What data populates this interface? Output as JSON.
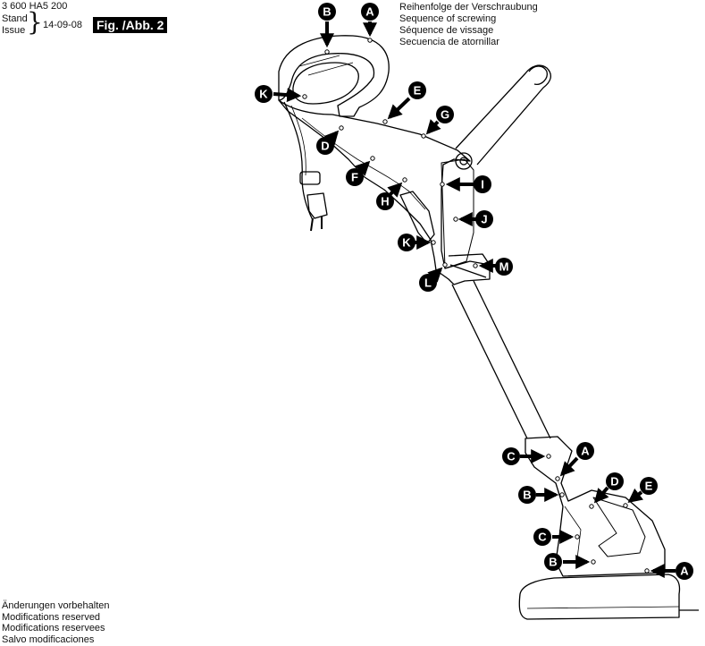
{
  "header": {
    "part_number": "3 600 HA5 200",
    "stand_label": "Stand",
    "issue_label": "Issue",
    "brace": "}",
    "date": "14-09-08",
    "figure_label": "Fig. /Abb. 2"
  },
  "sequence_lines": [
    "Reihenfolge der Verschraubung",
    "Sequence of screwing",
    "Séquence de vissage",
    "Secuencia de atornillar"
  ],
  "footer_lines": [
    "Änderungen vorbehalten",
    "Modifications reserved",
    "Modifications reservees",
    "Salvo modificaciones"
  ],
  "callouts": [
    {
      "letter": "B",
      "arrow": "down"
    },
    {
      "letter": "A",
      "arrow": "down"
    },
    {
      "letter": "K",
      "arrow": "right"
    },
    {
      "letter": "E",
      "arrow": "down-left"
    },
    {
      "letter": "G",
      "arrow": "down-left"
    },
    {
      "letter": "D",
      "arrow": "up-right"
    },
    {
      "letter": "F",
      "arrow": "up-right"
    },
    {
      "letter": "H",
      "arrow": "up-right"
    },
    {
      "letter": "I",
      "arrow": "left"
    },
    {
      "letter": "J",
      "arrow": "left"
    },
    {
      "letter": "K",
      "arrow": "right"
    },
    {
      "letter": "M",
      "arrow": "left"
    },
    {
      "letter": "L",
      "arrow": "up-right"
    },
    {
      "letter": "C",
      "arrow": "right"
    },
    {
      "letter": "A",
      "arrow": "down-left"
    },
    {
      "letter": "B",
      "arrow": "right"
    },
    {
      "letter": "D",
      "arrow": "down-left"
    },
    {
      "letter": "E",
      "arrow": "down-left"
    },
    {
      "letter": "C",
      "arrow": "right"
    },
    {
      "letter": "B",
      "arrow": "right"
    },
    {
      "letter": "A",
      "arrow": "left"
    }
  ]
}
